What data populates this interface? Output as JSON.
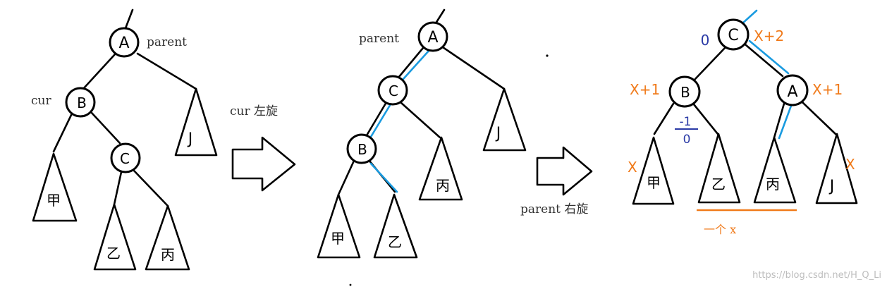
{
  "colors": {
    "ink": "#000000",
    "blue": "#1a9be0",
    "orange": "#f07a1a",
    "navy": "#2a3aa6",
    "label": "#333333",
    "watermark": "#bdbdbd"
  },
  "diagram1": {
    "nodes": {
      "A": "A",
      "B": "B",
      "C": "C"
    },
    "labels": {
      "parent": "parent",
      "cur": "cur"
    },
    "subtrees": {
      "jia": "甲",
      "yi": "乙",
      "bing": "丙",
      "j": "J"
    }
  },
  "arrow1": {
    "label": "cur 左旋"
  },
  "diagram2": {
    "nodes": {
      "A": "A",
      "C": "C",
      "B": "B"
    },
    "labels": {
      "parent": "parent"
    },
    "subtrees": {
      "jia": "甲",
      "yi": "乙",
      "bing": "丙",
      "j": "J"
    }
  },
  "arrow2": {
    "label": "parent 右旋"
  },
  "diagram3": {
    "nodes": {
      "C": "C",
      "B": "B",
      "A": "A"
    },
    "balance": {
      "c": "0",
      "b_top": "-1",
      "b_bottom": "0"
    },
    "heights": {
      "c": "X+2",
      "b": "X+1",
      "a": "X+1",
      "jia": "X",
      "j": "X"
    },
    "subtrees": {
      "jia": "甲",
      "yi": "乙",
      "bing": "丙",
      "j": "J"
    },
    "bracket_label": "一个 x"
  },
  "watermark": "https://blog.csdn.net/H_Q_Li"
}
